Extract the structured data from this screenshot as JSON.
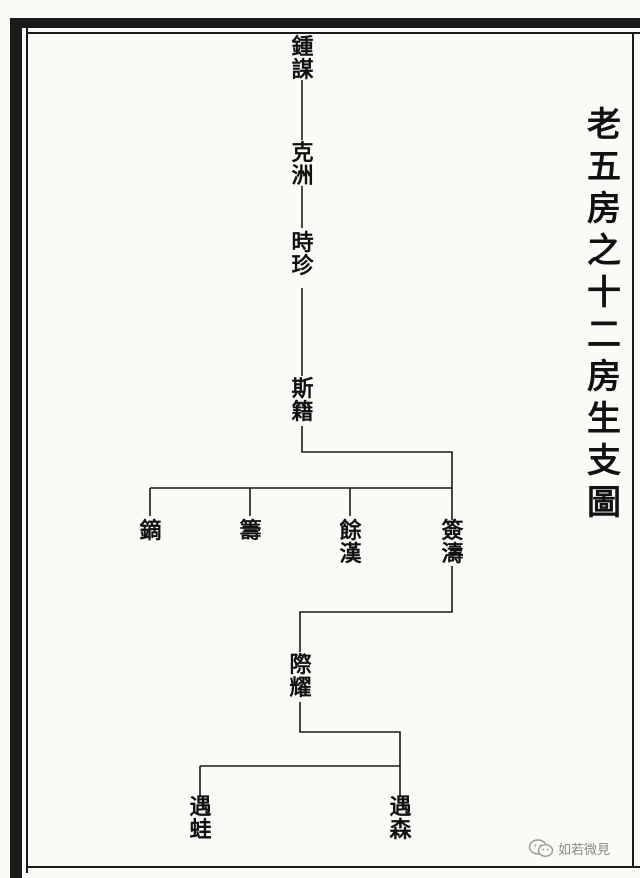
{
  "title": "老五房之十二房生支圖",
  "generations": [
    {
      "id": "g1",
      "name": [
        "鍾",
        "謀"
      ]
    },
    {
      "id": "g2",
      "name": [
        "克",
        "洲"
      ]
    },
    {
      "id": "g3",
      "name": [
        "時",
        "珍"
      ]
    },
    {
      "id": "g4",
      "name": [
        "斯",
        "籍"
      ]
    },
    {
      "id": "g5a",
      "name": [
        "鏑"
      ]
    },
    {
      "id": "g5b",
      "name": [
        "籌"
      ]
    },
    {
      "id": "g5c",
      "name": [
        "餘",
        "漢"
      ]
    },
    {
      "id": "g5d",
      "name": [
        "簽",
        "濤"
      ]
    },
    {
      "id": "g6",
      "name": [
        "際",
        "耀"
      ]
    },
    {
      "id": "g7a",
      "name": [
        "遇",
        "蛙"
      ]
    },
    {
      "id": "g7b",
      "name": [
        "遇",
        "森"
      ]
    }
  ],
  "watermark": {
    "icon": "wechat-icon",
    "text": "如若微見"
  },
  "colors": {
    "ink": "#111111",
    "paper": "#fbfaf6",
    "frame": "#1a1a1a"
  }
}
